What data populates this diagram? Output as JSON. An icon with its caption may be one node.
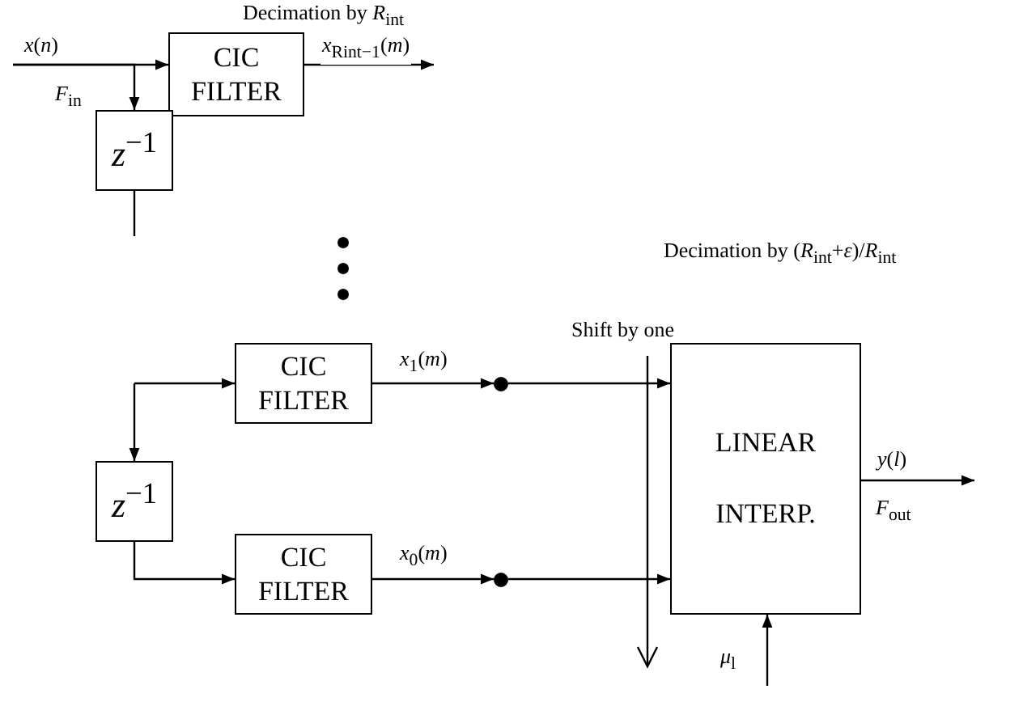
{
  "diagram": {
    "nodes": [
      {
        "text": [
          "CIC FILTER"
        ]
      },
      {
        "text": [
          "*z*$^{−1}$"
        ]
      },
      {
        "text": [
          "CIC FILTER"
        ]
      },
      {
        "text": [
          "*z*$^{−1}$"
        ]
      },
      {
        "text": [
          "CIC FILTER"
        ]
      },
      {
        "text": [
          "LINEAR INTERP."
        ]
      },
      {
        "text": [],
        "shape": "circle"
      },
      {
        "text": [],
        "shape": "circle"
      }
    ],
    "edges": [
      {
        "from": null,
        "to": 0,
        "arrow": "to",
        "label": "*x*(*n*)"
      },
      {
        "from": null,
        "to": 1,
        "arrow": "to"
      },
      {
        "from": 1,
        "to": null,
        "arrow": "none"
      },
      {
        "from": 0,
        "to": null,
        "arrow": "to",
        "label": "*x*$_{Rint−1}$(*m*)"
      },
      {
        "from": null,
        "to": 2,
        "arrow": "to"
      },
      {
        "from": null,
        "to": 3,
        "arrow": "to"
      },
      {
        "from": 3,
        "to": 4,
        "arrow": "to"
      },
      {
        "from": 2,
        "to": 6,
        "arrow": "to",
        "label": "*x*$_{1}$(*m*)"
      },
      {
        "from": 4,
        "to": 7,
        "arrow": "to",
        "label": "*x*$_{0}$(*m*)"
      },
      {
        "from": 6,
        "to": 5,
        "arrow": "to"
      },
      {
        "from": 7,
        "to": 5,
        "arrow": "to"
      },
      {
        "from": 5,
        "to": null,
        "arrow": "to",
        "label": "*y*(*l*)"
      },
      {
        "from": null,
        "to": 5,
        "arrow": "to",
        "label": "*μ*$_{l}$"
      }
    ],
    "labels": [
      "Decimation by *R*$_{int}$",
      "*F*$_{in}$",
      "Decimation by (*R*$_{int}$+*ε*)/*R*$_{int}$",
      "Shift by one",
      "*F*$_{out}$"
    ]
  }
}
